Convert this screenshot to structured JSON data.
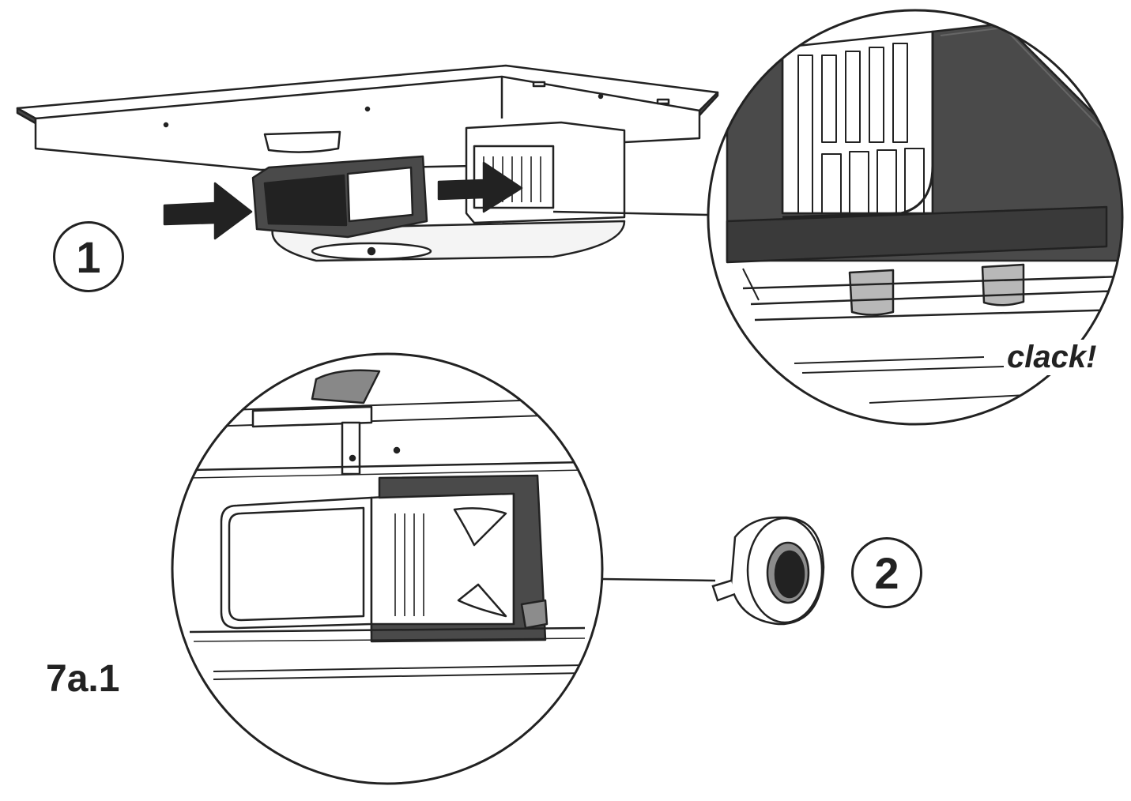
{
  "steps": {
    "step1_label": "1",
    "step2_label": "2"
  },
  "sound_effect": "clack!",
  "figure_label": "7a.1",
  "colors": {
    "line": "#222222",
    "dark_part": "#4a4a4a",
    "mid_gray": "#8c8c8c",
    "light_gray": "#d9d9d9"
  }
}
